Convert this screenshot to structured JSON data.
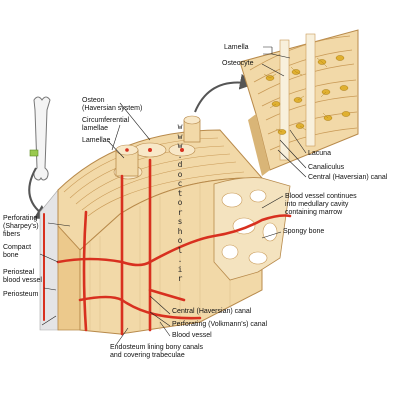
{
  "labels": {
    "lamella": "Lamella",
    "osteocyte": "Osteocyte",
    "osteon": "Osteon\n(Haversian system)",
    "circumferential": "Circumferential\nlamellae",
    "lamellae": "Lamellae",
    "lacuna": "Lacuna",
    "canaliculus": "Canaliculus",
    "central_canal_top": "Central (Haversian) canal",
    "blood_vessel_continues": "Blood vessel continues\ninto medullary cavity\ncontaining marrow",
    "spongy_bone": "Spongy bone",
    "perforating_fibers": "Perforating\n(Sharpey's)\nfibers",
    "compact_bone": "Compact\nbone",
    "periosteal_vessel": "Periosteal\nblood vessel",
    "periosteum": "Periosteum",
    "central_canal_bottom": "Central (Haversian) canal",
    "perforating_canal": "Perforating (Volkmann's) canal",
    "blood_vessel": "Blood vessel",
    "endosteum": "Endosteum lining bony canals\nand covering trabeculae"
  },
  "watermark": "w\nw\nw\n.\nd\no\nc\nt\no\nr\ns\nh\no\nl\n.\ni\nr",
  "colors": {
    "bone": "#f2d9a8",
    "bone_dark": "#d9b577",
    "lamella_line": "#c99a57",
    "vessel": "#d8301f",
    "periosteum": "#e8e8ea",
    "osteocyte": "#e0b030",
    "leader": "#222222",
    "arrow": "#555555"
  }
}
